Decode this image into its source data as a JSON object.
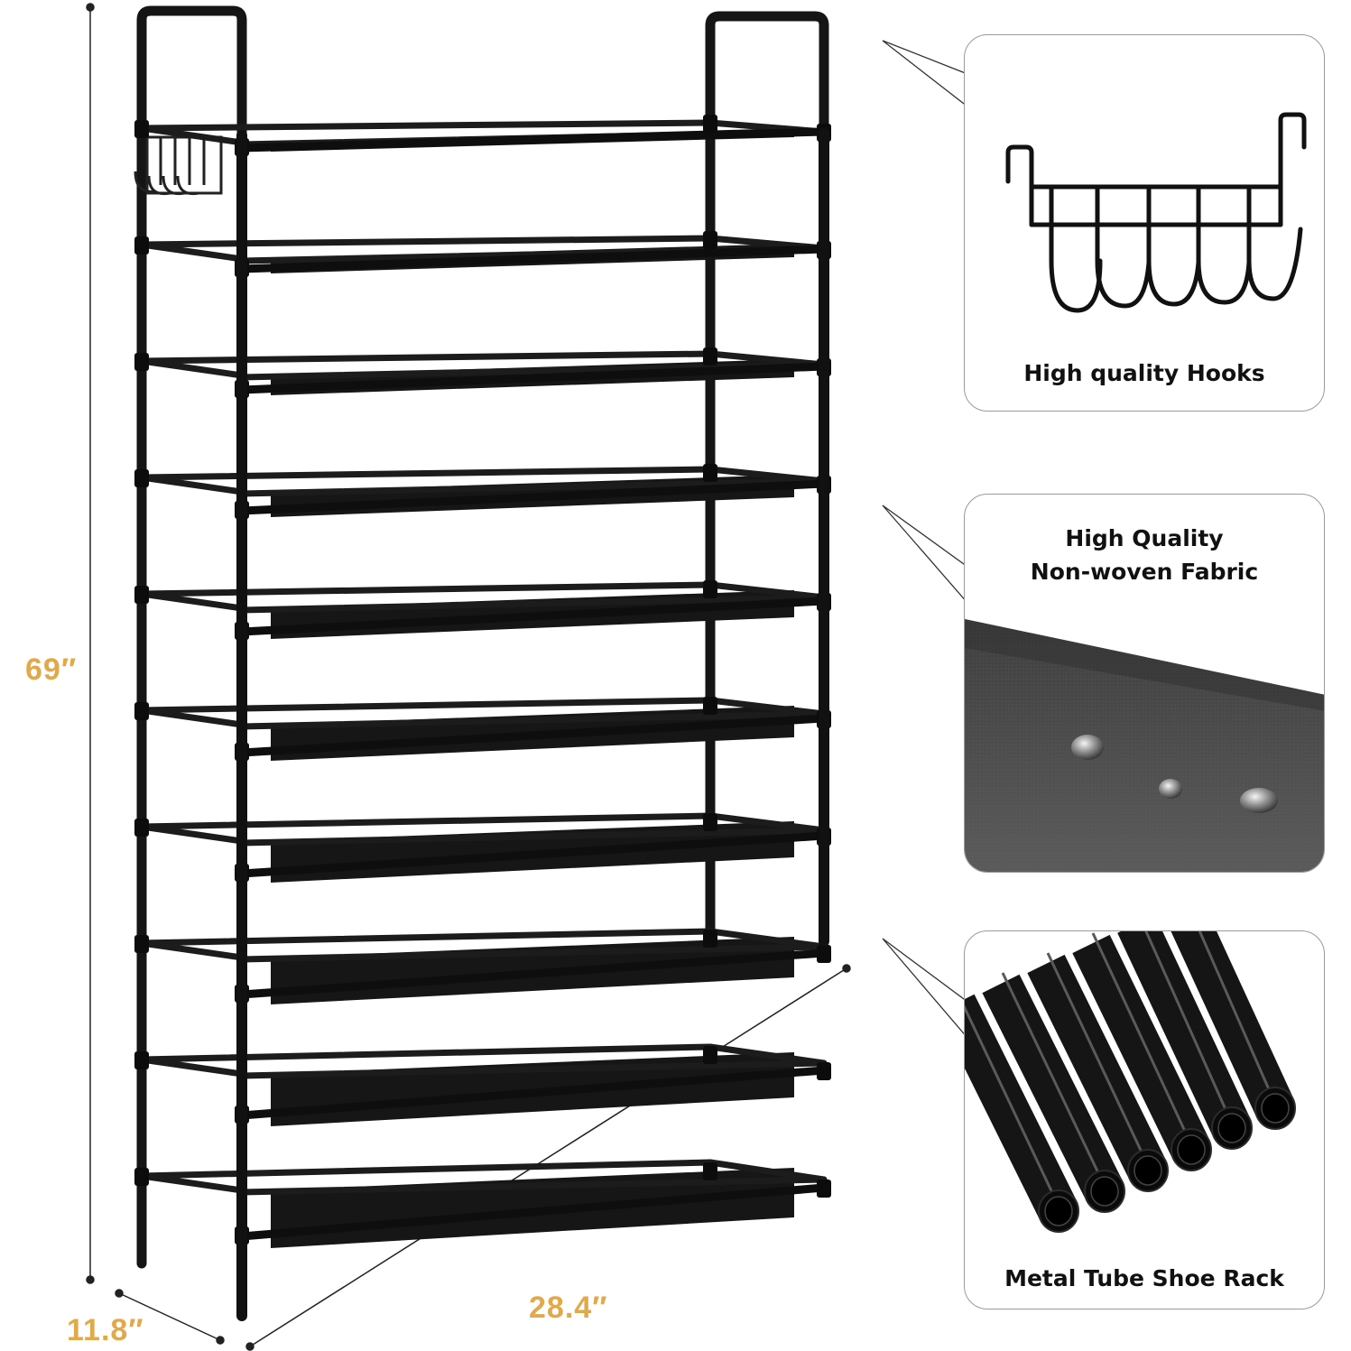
{
  "dimensions": {
    "height": "69″",
    "width": "28.4″",
    "depth": "11.8″"
  },
  "features": [
    {
      "caption": "High quality Hooks",
      "icon": "hook-rack-icon"
    },
    {
      "caption_line1": "High Quality",
      "caption_line2": "Non-woven Fabric",
      "icon": "fabric-with-water-drops-icon"
    },
    {
      "caption": "Metal Tube Shoe Rack",
      "icon": "metal-tubes-icon"
    }
  ],
  "colors": {
    "dimension_text": "#e2a94b",
    "rack": "#1a1a1a",
    "panel_border": "#9a9a9a"
  }
}
